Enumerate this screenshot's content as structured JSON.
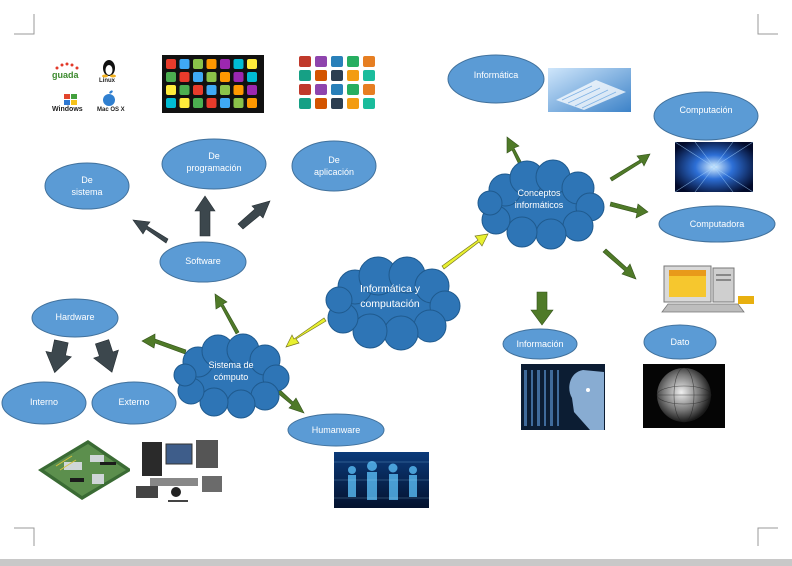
{
  "nodes": {
    "informatica_computacion": "Informática y\ncomputación",
    "conceptos": "Conceptos\ninformáticos",
    "informatica": "Informática",
    "computacion": "Computación",
    "computadora": "Computadora",
    "informacion": "Información",
    "dato": "Dato",
    "sistema_computo": "Sistema de\ncómputo",
    "software": "Software",
    "de_sistema": "De\nsistema",
    "de_programacion": "De\nprogramación",
    "de_aplicacion": "De\naplicación",
    "hardware": "Hardware",
    "interno": "Interno",
    "externo": "Externo",
    "humanware": "Humanware"
  },
  "logos": {
    "guada": "guada",
    "linux": "Linux",
    "windows": "Windows",
    "macos": "Mac OS X"
  },
  "colors": {
    "ellipse_fill": "#5b9bd5",
    "ellipse_stroke": "#41719c",
    "cloud_fill": "#2e75b6",
    "yellow_arrow": "#e8f030",
    "green_arrow": "#4f7a28",
    "dark_arrow": "#3c474d"
  }
}
